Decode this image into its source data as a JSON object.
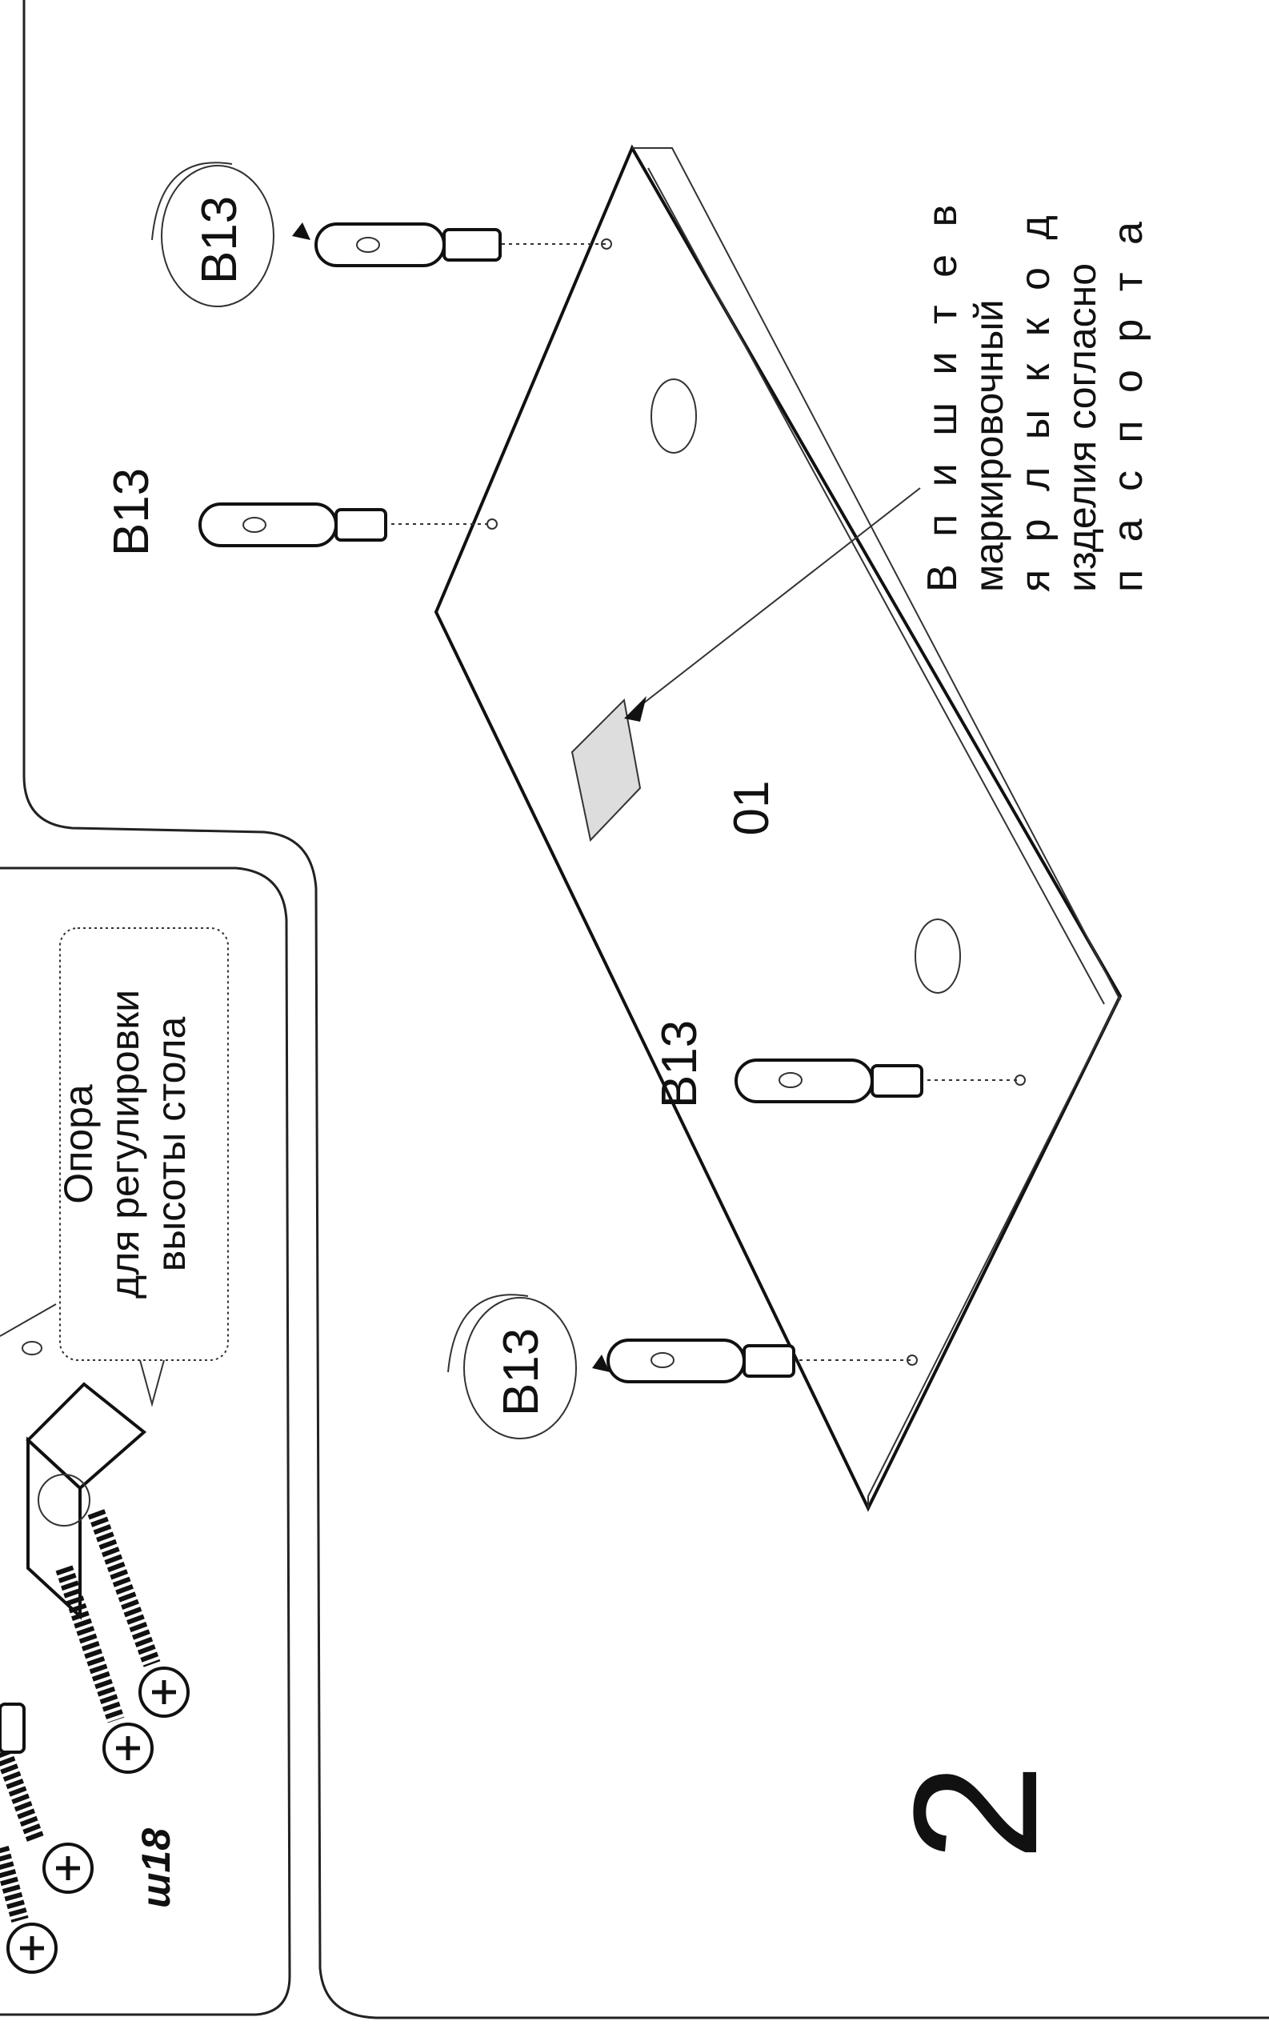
{
  "step": {
    "number": "2"
  },
  "parts": {
    "panel_label": "01",
    "dowel_labels": [
      "B13",
      "B13",
      "B13",
      "B13"
    ],
    "screw_label": "ш18"
  },
  "callout_support": {
    "lines": [
      "Опора",
      "для регулировки",
      "высоты стола"
    ]
  },
  "instruction": {
    "lines": [
      "В п и ш и т е   в",
      "маркировочный",
      "я р л ы к   к о д",
      "изделия согласно",
      "п а с п о р т а"
    ]
  },
  "colors": {
    "ink": "#111111",
    "label_fill": "#dddddd"
  }
}
